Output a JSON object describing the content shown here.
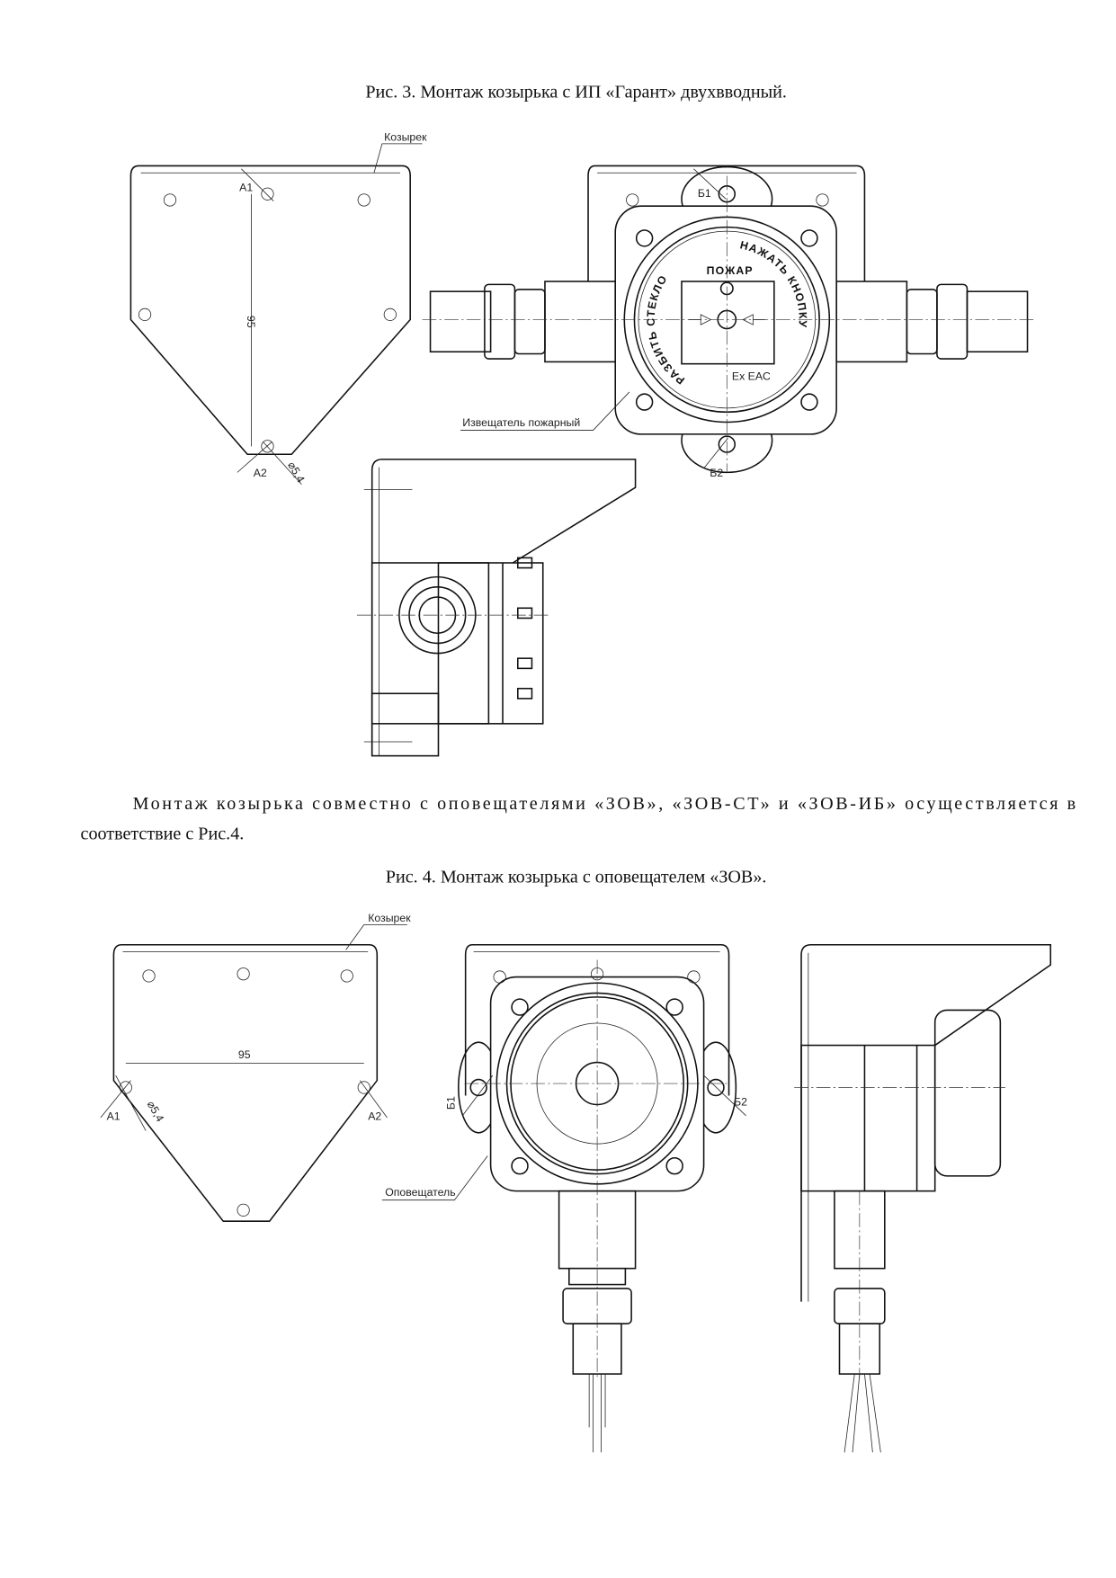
{
  "figure3": {
    "caption": "Рис. 3. Монтаж козырька с ИП «Гарант» двухвводный.",
    "visor_label": "Козырек",
    "hole_a1": "А1",
    "hole_a2": "А2",
    "dimension": "95",
    "hole_diameter": "⌀5,4",
    "hole_b1": "Б1",
    "hole_b2": "Б2",
    "device_label": "Извещатель пожарный",
    "face_title": "ПОЖАР",
    "face_left_text": "РАЗБИТЬ СТЕКЛО",
    "face_right_text": "НАЖАТЬ КНОПКУ",
    "face_mark": "Ex EAC"
  },
  "paragraph": {
    "line1": "Монтаж козырька совместно с оповещателями «ЗОВ», «ЗОВ-СТ» и «ЗОВ-ИБ» осуществляется в",
    "line2": "соответствие с Рис.4."
  },
  "figure4": {
    "caption": "Рис. 4. Монтаж козырька с оповещателем «ЗОВ».",
    "visor_label": "Козырек",
    "dimension": "95",
    "hole_a1": "А1",
    "hole_a2": "А2",
    "hole_diameter": "⌀5,4",
    "hole_b1": "Б1",
    "hole_b2": "Б2",
    "device_label": "Оповещатель"
  }
}
